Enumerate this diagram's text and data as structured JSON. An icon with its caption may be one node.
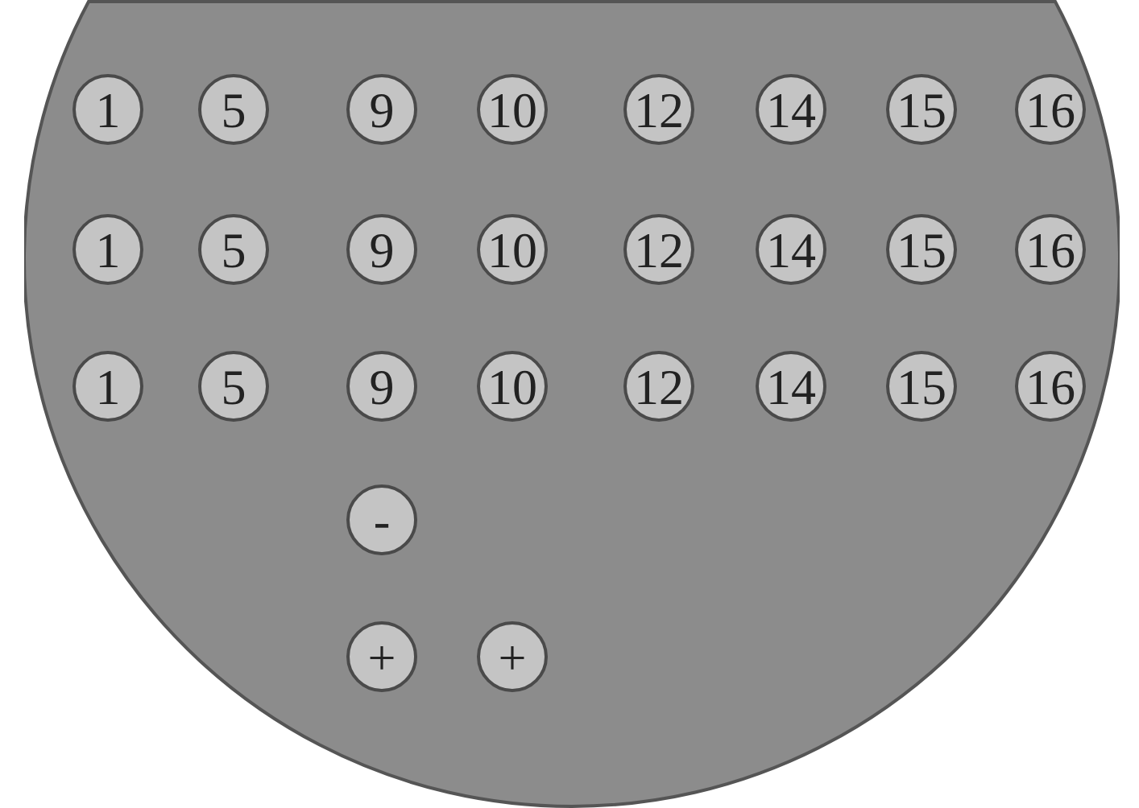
{
  "diagram": {
    "nodes": [
      {
        "text": [],
        "shape": "circle"
      },
      {
        "text": [
          "1"
        ],
        "in": 0
      },
      {
        "text": [
          "5"
        ],
        "in": 0
      },
      {
        "text": [
          "9"
        ],
        "in": 0
      },
      {
        "text": [
          "10"
        ],
        "in": 0
      },
      {
        "text": [
          "12"
        ],
        "in": 0
      },
      {
        "text": [
          "14"
        ],
        "in": 0
      },
      {
        "text": [
          "15"
        ],
        "in": 0
      },
      {
        "text": [
          "16"
        ],
        "in": 0
      },
      {
        "text": [
          "1"
        ],
        "in": 0
      },
      {
        "text": [
          "5"
        ],
        "in": 0
      },
      {
        "text": [
          "9"
        ],
        "in": 0
      },
      {
        "text": [
          "10"
        ],
        "in": 0
      },
      {
        "text": [
          "12"
        ],
        "in": 0
      },
      {
        "text": [
          "14"
        ],
        "in": 0
      },
      {
        "text": [
          "15"
        ],
        "in": 0
      },
      {
        "text": [
          "16"
        ],
        "in": 0
      },
      {
        "text": [
          "1"
        ],
        "in": 0
      },
      {
        "text": [
          "5"
        ],
        "in": 0
      },
      {
        "text": [
          "9"
        ],
        "in": 0
      },
      {
        "text": [
          "10"
        ],
        "in": 0
      },
      {
        "text": [
          "12"
        ],
        "in": 0
      },
      {
        "text": [
          "14"
        ],
        "in": 0
      },
      {
        "text": [
          "15"
        ],
        "in": 0
      },
      {
        "text": [
          "16"
        ],
        "in": 0
      },
      {
        "text": [
          "-"
        ],
        "in": 0
      },
      {
        "text": [
          "+"
        ],
        "in": 0
      },
      {
        "text": [
          "+"
        ],
        "in": 0
      }
    ],
    "edges": []
  }
}
